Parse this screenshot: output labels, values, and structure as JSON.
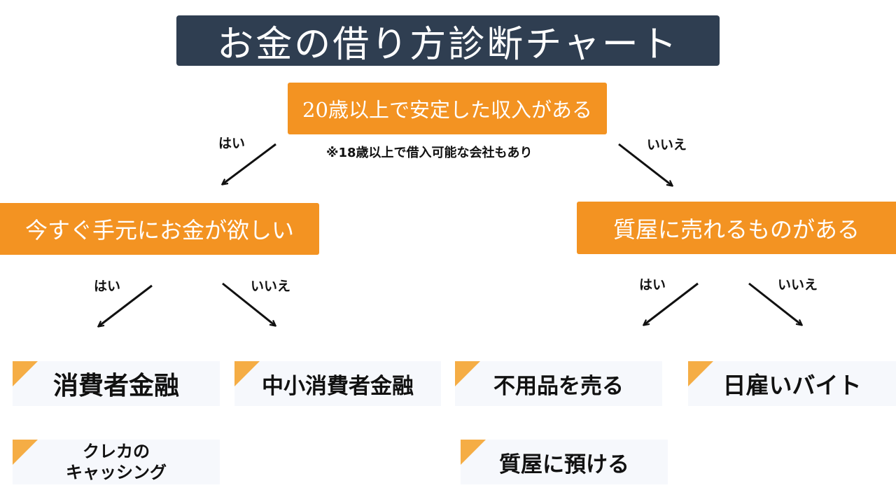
{
  "title": "お金の借り方診断チャート",
  "root_question": {
    "label": "20歳以上で安定した収入がある",
    "note": "※18歳以上で借入可能な会社もあり",
    "yes_label": "はい",
    "no_label": "いいえ"
  },
  "left_question": {
    "label": "今すぐ手元にお金が欲しい",
    "yes_label": "はい",
    "no_label": "いいえ"
  },
  "right_question": {
    "label": "質屋に売れるものがある",
    "yes_label": "はい",
    "no_label": "いいえ"
  },
  "results": {
    "consumer_finance": "消費者金融",
    "small_consumer_finance": "中小消費者金融",
    "sell_unused": "不用品を売る",
    "day_job": "日雇いバイト",
    "credit_cashing_line1": "クレカの",
    "credit_cashing_line2": "キャッシング",
    "pawn": "質屋に預ける"
  },
  "colors": {
    "title_bg": "#2f3e51",
    "question_bg": "#f39322",
    "result_bg": "#f6f8fc",
    "result_corner": "#f5ad45"
  }
}
